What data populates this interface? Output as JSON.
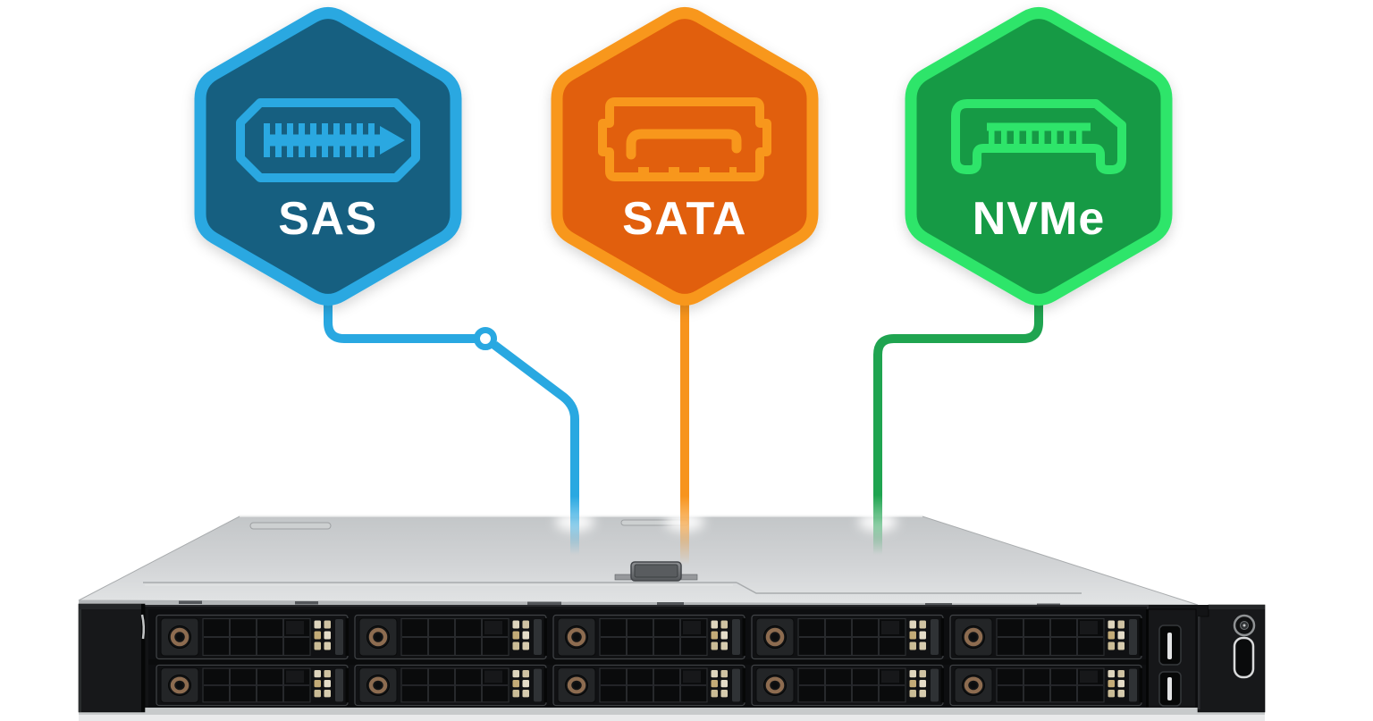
{
  "diagram": {
    "background_color": "#ffffff",
    "label_color": "#ffffff",
    "connector_node_color": "#ffffff",
    "badges": [
      {
        "id": "sas",
        "label": "SAS",
        "shape": "hexagon",
        "border_color": "#29A8E1",
        "fill_color": "#135F80",
        "line_color": "#29A8E1",
        "icon": "sas-connector-icon"
      },
      {
        "id": "sata",
        "label": "SATA",
        "shape": "hexagon",
        "border_color": "#F8971D",
        "fill_color": "#E15E07",
        "line_color": "#F7941D",
        "icon": "sata-connector-icon"
      },
      {
        "id": "nvme",
        "label": "NVMe",
        "shape": "hexagon",
        "border_color": "#2DE56A",
        "fill_color": "#179A44",
        "line_color": "#1FA450",
        "icon": "nvme-connector-icon"
      }
    ],
    "server": {
      "type": "rack server front view",
      "drive_rows": 2,
      "drive_columns": 5,
      "total_drive_bays": 10
    }
  }
}
